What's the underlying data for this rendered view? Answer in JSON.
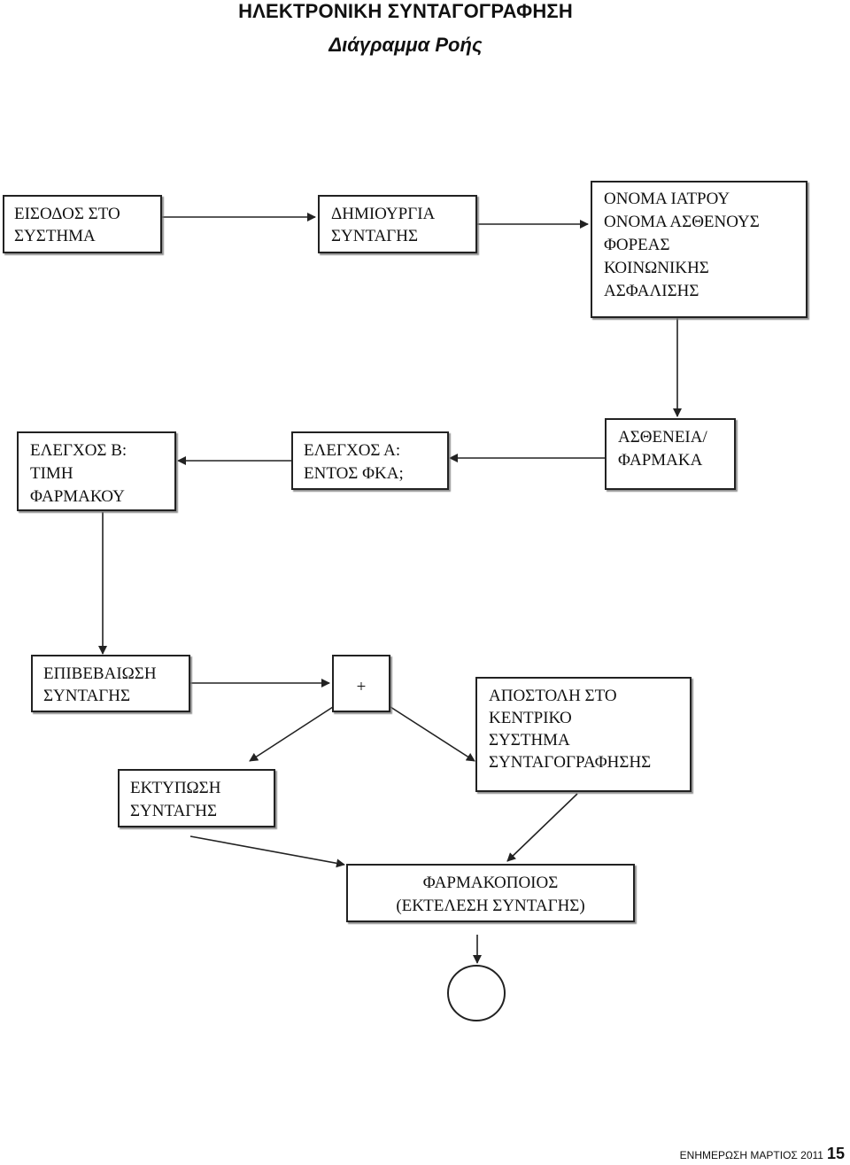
{
  "header": {
    "title": "ΗΛΕΚΤΡΟΝΙΚΗ ΣΥΝΤΑΓΟΓΡΑΦΗΣΗ",
    "subtitle": "Διάγραμμα Ροής"
  },
  "diagram": {
    "nodes": {
      "login": [
        "ΕΙΣΟΔΟΣ  ΣΤΟ",
        "ΣΥΣΤΗΜΑ"
      ],
      "create": [
        "ΔΗΜΙΟΥΡΓΙΑ",
        "ΣΥΝΤΑΓΗΣ"
      ],
      "info": [
        "ΟΝΟΜΑ ΙΑΤΡΟΥ",
        "ΟΝΟΜΑ ΑΣΘΕΝΟΥΣ",
        "ΦΟΡΕΑΣ",
        "ΚΟΙΝΩΝΙΚΗΣ",
        "ΑΣΦΑΛΙΣΗΣ"
      ],
      "disease": [
        "ΑΣΘΕΝΕΙΑ/",
        "ΦΑΡΜΑΚΑ"
      ],
      "check_a": [
        "ΕΛΕΓΧΟΣ Α:",
        "ΕΝΤΟΣ ΦΚΑ;"
      ],
      "check_b": [
        "ΕΛΕΓΧΟΣ Β:",
        "ΤΙΜΗ",
        "ΦΑΡΜΑΚΟΥ"
      ],
      "confirm": [
        "ΕΠΙΒΕΒΑΙΩΣΗ",
        "ΣΥΝΤΑΓΗΣ"
      ],
      "plus": "+",
      "send": [
        "ΑΠΟΣΤΟΛΗ ΣΤΟ",
        "ΚΕΝΤΡΙΚΟ",
        "ΣΥΣΤΗΜΑ",
        "ΣΥΝΤΑΓΟΓΡΑΦΗΣΗΣ"
      ],
      "print": [
        "ΕΚΤΥΠΩΣΗ",
        "ΣΥΝΤΑΓΗΣ"
      ],
      "pharmacist": [
        "ΦΑΡΜΑΚΟΠΟΙΟΣ",
        "(ΕΚΤΕΛΕΣΗ ΣΥΝΤΑΓΗΣ)"
      ]
    }
  },
  "footer": {
    "label": "ΕΝΗΜΕΡΩΣΗ ΜΑΡΤΙΟΣ 2011",
    "page": "15"
  }
}
